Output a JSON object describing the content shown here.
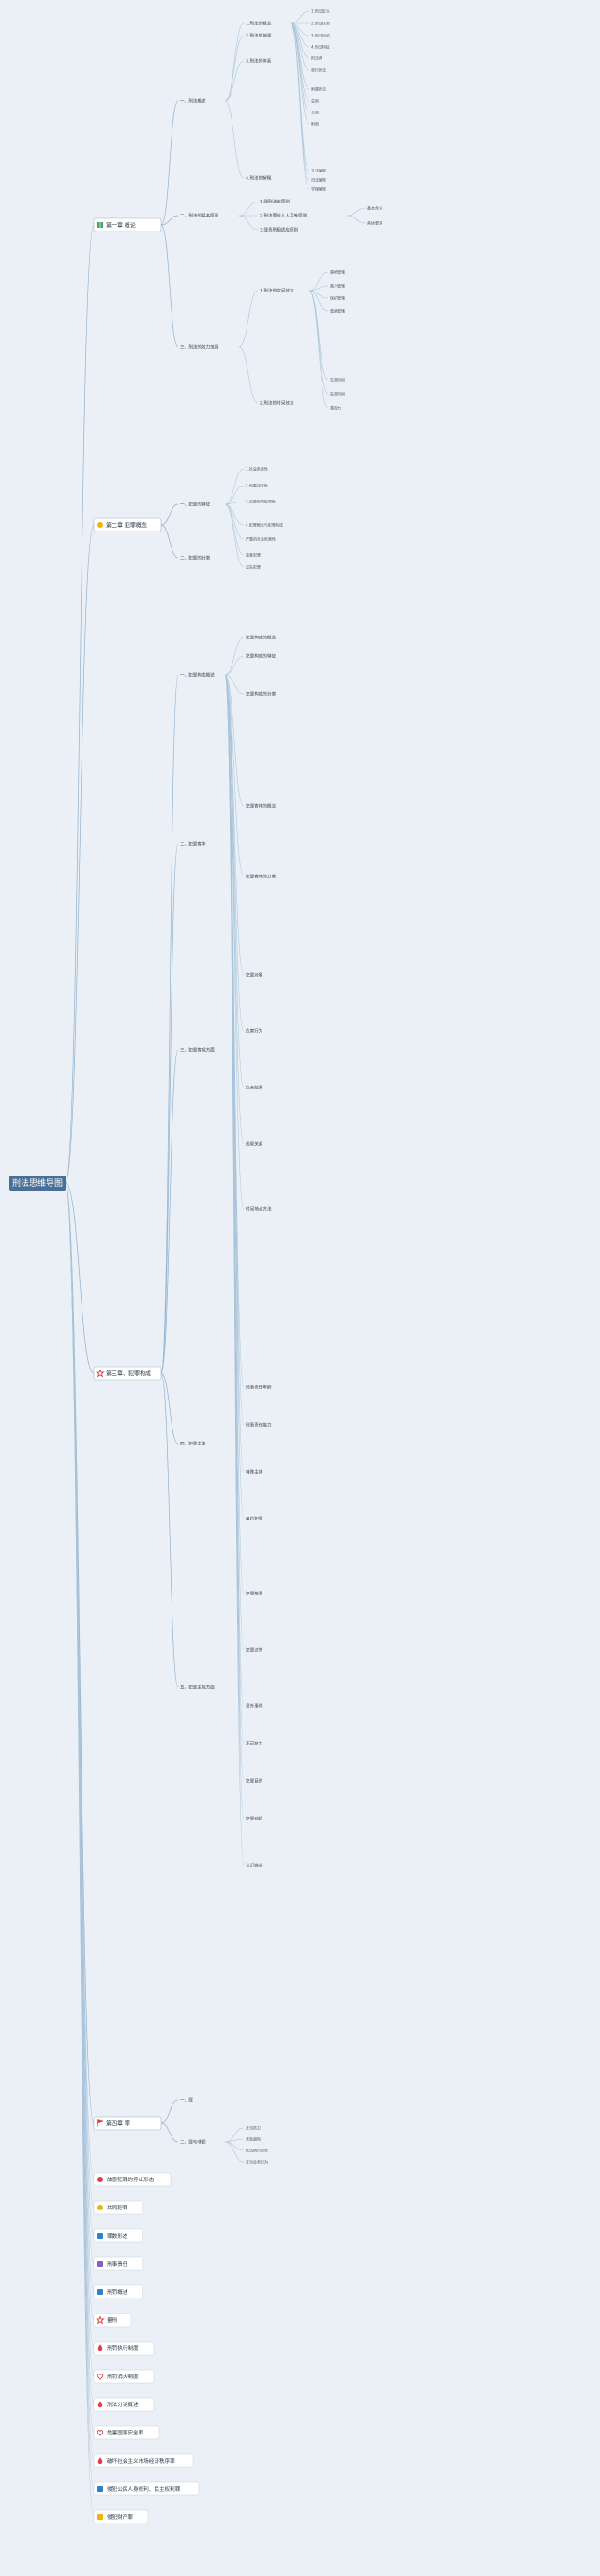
{
  "root": {
    "label": "刑法思维导图"
  },
  "chapters": [
    {
      "label": "第一章 概论",
      "icon": "book-icon",
      "color": "#4aa564"
    },
    {
      "label": "第二章 犯罪概念",
      "icon": "sun-icon",
      "color": "#f0b400"
    },
    {
      "label": "第三章、犯罪构成",
      "icon": "star-icon",
      "color": "#e04040"
    },
    {
      "label": "第四章 罪",
      "icon": "flag-icon",
      "color": "#e04040"
    }
  ],
  "ch1": {
    "sections": [
      "一、刑法概述",
      "二、刑法的基本原则",
      "三、刑法的效力范围"
    ],
    "s1_items": [
      "1.刑法的概念",
      "2.刑法的渊源",
      "3.刑法的体系",
      "4.刑法的解释"
    ],
    "s1_leaves": [
      "1.刑法定义",
      "2.刑法任务",
      "3.刑法目的",
      "4.刑法特征",
      "刑法典",
      "单行刑法",
      "附属刑法",
      "总则",
      "分则",
      "附则",
      "立法解释",
      "司法解释",
      "学理解释"
    ],
    "s2_items": [
      "1.罪刑法定原则",
      "2.刑法面前人人平等原则",
      "3.罪责刑相适应原则"
    ],
    "s2_leaves": [
      "基本含义",
      "具体要求"
    ],
    "s3_items": [
      "1.刑法的空间效力",
      "2.刑法的时间效力"
    ],
    "s3_leaves": [
      "属地管辖",
      "属人管辖",
      "保护管辖",
      "普遍管辖",
      "生效时间",
      "失效时间",
      "溯及力"
    ]
  },
  "ch2": {
    "sections": [
      "一、犯罪的特征",
      "二、犯罪的分类"
    ],
    "leaves": [
      "1.社会危害性",
      "2.刑事违法性",
      "3.应受刑罚惩罚性",
      "4.犯罪概念与犯罪构成",
      "严重的社会危害性",
      "故意犯罪",
      "过失犯罪"
    ]
  },
  "ch3": {
    "sections": [
      "一、犯罪构成概述",
      "二、犯罪客体",
      "三、犯罪客观方面",
      "四、犯罪主体",
      "五、犯罪主观方面"
    ],
    "leaves": [
      "犯罪构成的概念",
      "犯罪构成的特征",
      "犯罪构成的分类",
      "犯罪客体的概念",
      "犯罪客体的分类",
      "犯罪对象",
      "危害行为",
      "危害结果",
      "因果关系",
      "时间地点方法",
      "刑事责任年龄",
      "刑事责任能力",
      "特殊主体",
      "单位犯罪",
      "犯罪故意",
      "犯罪过失",
      "意外事件",
      "不可抗力",
      "犯罪目的",
      "犯罪动机",
      "认识错误"
    ]
  },
  "ch4": {
    "sections": [
      "一、罪",
      "二、罪与非罪"
    ],
    "leaves": [
      "正当防卫",
      "紧急避险",
      "依法执行职务",
      "正当业务行为"
    ]
  },
  "side_nav": [
    {
      "label": "故意犯罪的停止形态",
      "icon": "circle-icon",
      "color": "#e04040"
    },
    {
      "label": "共同犯罪",
      "icon": "circle-icon",
      "color": "#f0b400"
    },
    {
      "label": "罪数形态",
      "icon": "square-icon",
      "color": "#2d7fcf"
    },
    {
      "label": "刑事责任",
      "icon": "square-icon",
      "color": "#8a5cc8"
    },
    {
      "label": "刑罚概述",
      "icon": "square-icon",
      "color": "#2d7fcf"
    },
    {
      "label": "量刑",
      "icon": "star-icon",
      "color": "#e04040"
    },
    {
      "label": "刑罚执行制度",
      "icon": "flame-icon",
      "color": "#e04040"
    },
    {
      "label": "刑罚消灭制度",
      "icon": "heart-icon",
      "color": "#e04040"
    },
    {
      "label": "刑法分论概述",
      "icon": "flame-icon",
      "color": "#e04040"
    },
    {
      "label": "危害国家安全罪",
      "icon": "heart-icon",
      "color": "#e04040"
    },
    {
      "label": "破坏社会主义市场经济秩序罪",
      "icon": "flame-icon",
      "color": "#e04040"
    },
    {
      "label": "侵犯公民人身权利、民主权利罪",
      "icon": "square-icon",
      "color": "#2d7fcf"
    },
    {
      "label": "侵犯财产罪",
      "icon": "square-icon",
      "color": "#f0b400"
    }
  ]
}
